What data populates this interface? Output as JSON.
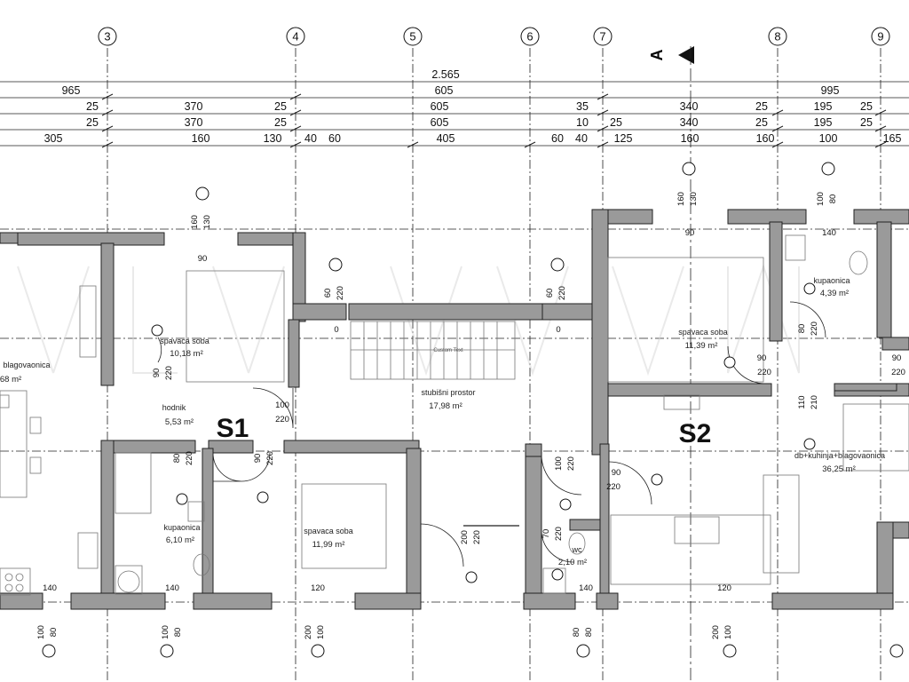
{
  "axes": [
    "3",
    "4",
    "5",
    "6",
    "7",
    "8",
    "9"
  ],
  "section_marker": "A",
  "dimension_rows": {
    "total": "2.565",
    "row1": [
      "965",
      "605",
      "995"
    ],
    "row2": [
      "25",
      "370",
      "25",
      "605",
      "35",
      "340",
      "25",
      "195",
      "25"
    ],
    "row3": [
      "25",
      "370",
      "25",
      "605",
      "10",
      "25",
      "340",
      "25",
      "195",
      "25"
    ],
    "row4": [
      "305",
      "160",
      "130",
      "40",
      "60",
      "405",
      "60",
      "40",
      "125",
      "160",
      "160",
      "100",
      "165"
    ]
  },
  "units": {
    "s1": "S1",
    "s2": "S2"
  },
  "rooms": [
    {
      "name": "blagovaonica",
      "area": "68 m²"
    },
    {
      "name": "spavaca soba",
      "area": "10,18 m²"
    },
    {
      "name": "hodnik",
      "area": "5,53 m²"
    },
    {
      "name": "kupaonica",
      "area": "6,10 m²"
    },
    {
      "name": "spavaca soba",
      "area": "11,99 m²"
    },
    {
      "name": "stubišni prostor",
      "area": "17,98 m²"
    },
    {
      "name": "spavaca soba",
      "area": "11,39 m²"
    },
    {
      "name": "kupaonica",
      "area": "4,39 m²"
    },
    {
      "name": "db+kuhinja+blagovaonica",
      "area": "36,25 m²"
    },
    {
      "name": "wc",
      "area": "2,10 m²"
    }
  ],
  "stair_text": "Custom Text",
  "openings": {
    "top_wall": [
      "160",
      "130",
      "90",
      "60",
      "220",
      "0",
      "60",
      "220",
      "0",
      "160",
      "130",
      "90",
      "100",
      "80",
      "140"
    ],
    "doors": [
      "90",
      "220",
      "100",
      "220",
      "80",
      "220",
      "90",
      "220",
      "100",
      "220",
      "90",
      "220",
      "80",
      "220",
      "110",
      "210",
      "90",
      "220",
      "90",
      "220",
      "200",
      "220",
      "70",
      "220",
      "90",
      "220"
    ],
    "bottom_wall": [
      "140",
      "140",
      "120",
      "140",
      "120",
      "100",
      "80",
      "100",
      "80",
      "200",
      "100",
      "80",
      "80",
      "200",
      "100"
    ]
  }
}
